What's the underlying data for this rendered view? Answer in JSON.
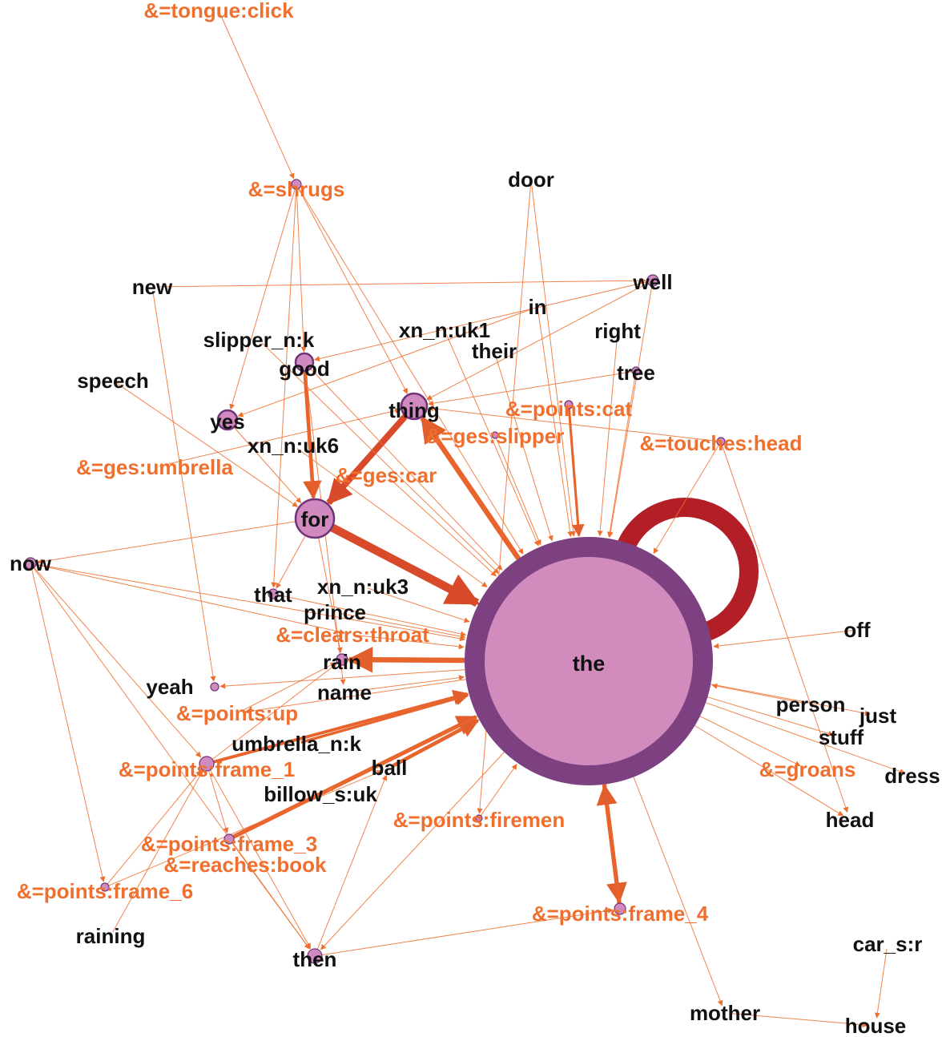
{
  "colors": {
    "edge": "#ef6f2e",
    "strong_edge": "#d94a2b",
    "self_loop": "#b21f27",
    "node_fill": "#d08ac0",
    "node_stroke": "#6e3477",
    "hub_outer": "#7d4080",
    "hub_inner": "#d28bbd",
    "word_text": "#111111",
    "gesture_text": "#ef6f2e"
  },
  "nodes": [
    {
      "id": "the",
      "label": "the",
      "kind": "word",
      "hub": true
    },
    {
      "id": "for",
      "label": "for",
      "kind": "word"
    },
    {
      "id": "thing",
      "label": "thing",
      "kind": "word"
    },
    {
      "id": "good",
      "label": "good",
      "kind": "word"
    },
    {
      "id": "yes",
      "label": "yes",
      "kind": "word"
    },
    {
      "id": "now",
      "label": "now",
      "kind": "word"
    },
    {
      "id": "then",
      "label": "then",
      "kind": "word"
    },
    {
      "id": "rain",
      "label": "rain",
      "kind": "word"
    },
    {
      "id": "that",
      "label": "that",
      "kind": "word"
    },
    {
      "id": "well",
      "label": "well",
      "kind": "word"
    },
    {
      "id": "tree",
      "label": "tree",
      "kind": "word"
    },
    {
      "id": "yeah",
      "label": "yeah",
      "kind": "word"
    },
    {
      "id": "door",
      "label": "door",
      "kind": "word"
    },
    {
      "id": "new",
      "label": "new",
      "kind": "word"
    },
    {
      "id": "speech",
      "label": "speech",
      "kind": "word"
    },
    {
      "id": "slipper_n_k",
      "label": "slipper_n:k",
      "kind": "word"
    },
    {
      "id": "xn_n_uk1",
      "label": "xn_n:uk1",
      "kind": "word"
    },
    {
      "id": "their",
      "label": "their",
      "kind": "word"
    },
    {
      "id": "in",
      "label": "in",
      "kind": "word"
    },
    {
      "id": "right",
      "label": "right",
      "kind": "word"
    },
    {
      "id": "xn_n_uk6",
      "label": "xn_n:uk6",
      "kind": "word"
    },
    {
      "id": "xn_n_uk3",
      "label": "xn_n:uk3",
      "kind": "word"
    },
    {
      "id": "prince",
      "label": "prince",
      "kind": "word"
    },
    {
      "id": "name",
      "label": "name",
      "kind": "word"
    },
    {
      "id": "umbrella_n_k",
      "label": "umbrella_n:k",
      "kind": "word"
    },
    {
      "id": "ball",
      "label": "ball",
      "kind": "word"
    },
    {
      "id": "billow_s_uk",
      "label": "billow_s:uk",
      "kind": "word"
    },
    {
      "id": "raining",
      "label": "raining",
      "kind": "word"
    },
    {
      "id": "off",
      "label": "off",
      "kind": "word"
    },
    {
      "id": "person",
      "label": "person",
      "kind": "word"
    },
    {
      "id": "just",
      "label": "just",
      "kind": "word"
    },
    {
      "id": "stuff",
      "label": "stuff",
      "kind": "word"
    },
    {
      "id": "dress",
      "label": "dress",
      "kind": "word"
    },
    {
      "id": "head",
      "label": "head",
      "kind": "word"
    },
    {
      "id": "car_s_r",
      "label": "car_s:r",
      "kind": "word"
    },
    {
      "id": "house",
      "label": "house",
      "kind": "word"
    },
    {
      "id": "mother",
      "label": "mother",
      "kind": "word"
    },
    {
      "id": "tongue_click",
      "label": "&=tongue:click",
      "kind": "gesture"
    },
    {
      "id": "shrugs",
      "label": "&=shrugs",
      "kind": "gesture"
    },
    {
      "id": "points_cat",
      "label": "&=points:cat",
      "kind": "gesture"
    },
    {
      "id": "ges_slipper",
      "label": "&=ges:slipper",
      "kind": "gesture"
    },
    {
      "id": "touches_head",
      "label": "&=touches:head",
      "kind": "gesture"
    },
    {
      "id": "ges_umbrella",
      "label": "&=ges:umbrella",
      "kind": "gesture"
    },
    {
      "id": "ges_car",
      "label": "&=ges:car",
      "kind": "gesture"
    },
    {
      "id": "clears_throat",
      "label": "&=clears:throat",
      "kind": "gesture"
    },
    {
      "id": "points_up",
      "label": "&=points:up",
      "kind": "gesture"
    },
    {
      "id": "points_frame_1",
      "label": "&=points:frame_1",
      "kind": "gesture"
    },
    {
      "id": "groans",
      "label": "&=groans",
      "kind": "gesture"
    },
    {
      "id": "points_firemen",
      "label": "&=points:firemen",
      "kind": "gesture"
    },
    {
      "id": "points_frame_3",
      "label": "&=points:frame_3",
      "kind": "gesture"
    },
    {
      "id": "reaches_book",
      "label": "&=reaches:book",
      "kind": "gesture"
    },
    {
      "id": "points_frame_6",
      "label": "&=points:frame_6",
      "kind": "gesture"
    },
    {
      "id": "points_frame_4",
      "label": "&=points:frame_4",
      "kind": "gesture"
    }
  ],
  "edges": [
    {
      "from": "the",
      "to": "the",
      "weight": 5,
      "self_loop": true
    },
    {
      "from": "for",
      "to": "the",
      "weight": 4
    },
    {
      "from": "thing",
      "to": "for",
      "weight": 3
    },
    {
      "from": "the",
      "to": "thing",
      "weight": 2.5
    },
    {
      "from": "good",
      "to": "for",
      "weight": 1.8
    },
    {
      "from": "the",
      "to": "rain",
      "weight": 2.5
    },
    {
      "from": "the",
      "to": "points_frame_4",
      "weight": 2
    },
    {
      "from": "points_frame_4",
      "to": "the",
      "weight": 2
    },
    {
      "from": "points_frame_3",
      "to": "the",
      "weight": 2
    },
    {
      "from": "ball",
      "to": "the",
      "weight": 1.8
    },
    {
      "from": "points_frame_1",
      "to": "the",
      "weight": 1.5
    },
    {
      "from": "umbrella_n_k",
      "to": "the",
      "weight": 1.3
    },
    {
      "from": "points_cat",
      "to": "the",
      "weight": 1.2
    },
    {
      "from": "tree",
      "to": "the",
      "weight": 1
    },
    {
      "from": "well",
      "to": "the",
      "weight": 1
    },
    {
      "from": "off",
      "to": "the",
      "weight": 1
    },
    {
      "from": "person",
      "to": "the",
      "weight": 1
    },
    {
      "from": "the",
      "to": "groans",
      "weight": 1
    },
    {
      "from": "points_firemen",
      "to": "the",
      "weight": 1
    },
    {
      "from": "name",
      "to": "the",
      "weight": 1
    },
    {
      "from": "clears_throat",
      "to": "the",
      "weight": 1
    },
    {
      "from": "prince",
      "to": "the",
      "weight": 1
    },
    {
      "from": "xn_n_uk3",
      "to": "the",
      "weight": 1
    },
    {
      "from": "now",
      "to": "the",
      "weight": 1
    },
    {
      "from": "that",
      "to": "the",
      "weight": 1
    },
    {
      "from": "xn_n_uk6",
      "to": "the",
      "weight": 1
    },
    {
      "from": "ges_car",
      "to": "the",
      "weight": 1
    },
    {
      "from": "ges_slipper",
      "to": "the",
      "weight": 1
    },
    {
      "from": "door",
      "to": "the",
      "weight": 1
    },
    {
      "from": "in",
      "to": "the",
      "weight": 1
    },
    {
      "from": "right",
      "to": "the",
      "weight": 1
    },
    {
      "from": "their",
      "to": "the",
      "weight": 1
    },
    {
      "from": "xn_n_uk1",
      "to": "the",
      "weight": 1
    },
    {
      "from": "slipper_n_k",
      "to": "the",
      "weight": 1
    },
    {
      "from": "shrugs",
      "to": "the",
      "weight": 1
    },
    {
      "from": "good",
      "to": "the",
      "weight": 1
    },
    {
      "from": "touches_head",
      "to": "the",
      "weight": 1
    },
    {
      "from": "the",
      "to": "just",
      "weight": 1
    },
    {
      "from": "the",
      "to": "stuff",
      "weight": 1
    },
    {
      "from": "the",
      "to": "dress",
      "weight": 1
    },
    {
      "from": "the",
      "to": "head",
      "weight": 1
    },
    {
      "from": "the",
      "to": "mother",
      "weight": 1
    },
    {
      "from": "the",
      "to": "then",
      "weight": 1
    },
    {
      "from": "the",
      "to": "billow_s_uk",
      "weight": 1
    },
    {
      "from": "the",
      "to": "points_up",
      "weight": 1
    },
    {
      "from": "the",
      "to": "yeah",
      "weight": 1
    },
    {
      "from": "tongue_click",
      "to": "shrugs",
      "weight": 1
    },
    {
      "from": "shrugs",
      "to": "yes",
      "weight": 1
    },
    {
      "from": "shrugs",
      "to": "good",
      "weight": 1
    },
    {
      "from": "shrugs",
      "to": "thing",
      "weight": 1
    },
    {
      "from": "shrugs",
      "to": "that",
      "weight": 1
    },
    {
      "from": "new",
      "to": "well",
      "weight": 1
    },
    {
      "from": "new",
      "to": "yeah",
      "weight": 1
    },
    {
      "from": "well",
      "to": "good",
      "weight": 1
    },
    {
      "from": "well",
      "to": "thing",
      "weight": 1
    },
    {
      "from": "in",
      "to": "yes",
      "weight": 1
    },
    {
      "from": "tree",
      "to": "thing",
      "weight": 1
    },
    {
      "from": "touches_head",
      "to": "thing",
      "weight": 1
    },
    {
      "from": "touches_head",
      "to": "head",
      "weight": 1
    },
    {
      "from": "speech",
      "to": "for",
      "weight": 1
    },
    {
      "from": "yes",
      "to": "for",
      "weight": 1
    },
    {
      "from": "for",
      "to": "that",
      "weight": 1
    },
    {
      "from": "for",
      "to": "now",
      "weight": 1
    },
    {
      "from": "for",
      "to": "rain",
      "weight": 1
    },
    {
      "from": "ges_umbrella",
      "to": "thing",
      "weight": 1
    },
    {
      "from": "now",
      "to": "clears_throat",
      "weight": 1
    },
    {
      "from": "now",
      "to": "points_frame_1",
      "weight": 1
    },
    {
      "from": "now",
      "to": "points_frame_6",
      "weight": 1
    },
    {
      "from": "now",
      "to": "then",
      "weight": 1
    },
    {
      "from": "points_up",
      "to": "rain",
      "weight": 1
    },
    {
      "from": "points_frame_1",
      "to": "rain",
      "weight": 1
    },
    {
      "from": "points_frame_1",
      "to": "then",
      "weight": 1
    },
    {
      "from": "points_frame_1",
      "to": "points_frame_3",
      "weight": 1
    },
    {
      "from": "points_frame_6",
      "to": "ball",
      "weight": 1
    },
    {
      "from": "points_frame_6",
      "to": "points_frame_1",
      "weight": 1
    },
    {
      "from": "then",
      "to": "ball",
      "weight": 1
    },
    {
      "from": "then",
      "to": "points_frame_4",
      "weight": 1
    },
    {
      "from": "raining",
      "to": "points_frame_1",
      "weight": 1
    },
    {
      "from": "points_frame_3",
      "to": "then",
      "weight": 1
    },
    {
      "from": "car_s_r",
      "to": "house",
      "weight": 1
    },
    {
      "from": "mother",
      "to": "house",
      "weight": 1
    },
    {
      "from": "door",
      "to": "points_firemen",
      "weight": 1
    },
    {
      "from": "good",
      "to": "name",
      "weight": 1
    }
  ]
}
